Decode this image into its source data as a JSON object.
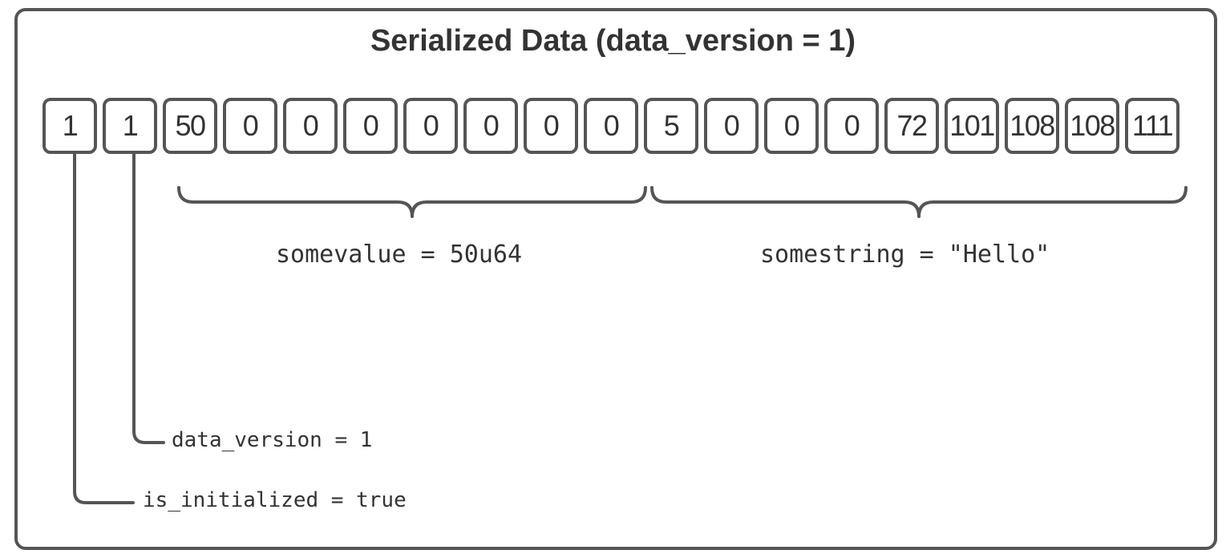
{
  "title": "Serialized Data (data_version = 1)",
  "bytes": [
    "1",
    "1",
    "50",
    "0",
    "0",
    "0",
    "0",
    "0",
    "0",
    "0",
    "5",
    "0",
    "0",
    "0",
    "72",
    "101",
    "108",
    "108",
    "111"
  ],
  "groups": {
    "somevalue": "somevalue = 50u64",
    "somestring": "somestring = \"Hello\""
  },
  "fields": {
    "data_version": "data_version = 1",
    "is_initialized": "is_initialized = true"
  },
  "colors": {
    "stroke": "#555555",
    "text": "#333333",
    "background": "#ffffff"
  }
}
